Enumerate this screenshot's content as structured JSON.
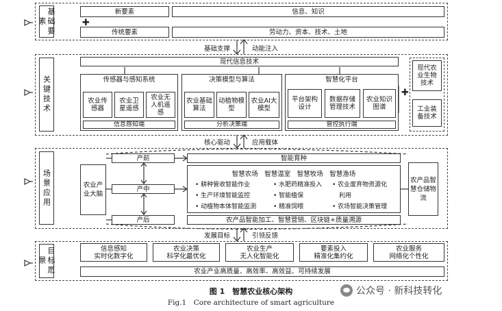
{
  "layers": {
    "foundation": {
      "label": "基础要素",
      "new_factor": "新要素",
      "new_factor_content": "信息、知识",
      "traditional_factor": "传统要素",
      "traditional_factor_content": "劳动力、资本、技术、土地"
    },
    "link1": {
      "left": "基础支撑",
      "right": "动能注入"
    },
    "technology": {
      "label": "关键技术",
      "modern_it": "现代信息技术",
      "groups": [
        {
          "title": "传感器与感知系统",
          "items": [
            "农业传感器",
            "农业卫星遥感",
            "农业无人机遥感"
          ],
          "footer": "信息感知端"
        },
        {
          "title": "决策模型与算法",
          "items": [
            "农业基础算法",
            "动植物模型",
            "农业AI大模型"
          ],
          "footer": "分析决策端"
        },
        {
          "title": "智慧化平台",
          "items": [
            "平台架构设计",
            "数据存储管理技术",
            "农业知识图谱"
          ],
          "footer": "管控执行端"
        }
      ],
      "side": [
        "现代农业生物技术",
        "工业装备技术"
      ]
    },
    "link2": {
      "left": "核心驱动",
      "right": "应用载体"
    },
    "scenario": {
      "label": "场景应用",
      "left_box": "农业产业大脑",
      "right_box": "农产品智慧仓储物流",
      "stages": [
        "产前",
        "产中",
        "产后"
      ],
      "breeding": "智能育种",
      "domains": "智慧农场　智慧温室　智慧牧场　智慧渔场",
      "bullets": [
        "耕种管收智能作业",
        "水肥药精准投入",
        "农业废弃物资源化",
        "生产环境智能监控",
        "智能植保",
        "利用",
        "动植物本体智能监测",
        "精准饲喂",
        "农场智能决策管理"
      ],
      "post": "农产品智能加工、智慧营销、区块链+质量溯源"
    },
    "link3": {
      "left": "发展目标",
      "right": "引领反馈"
    },
    "goal": {
      "label": "目标愿景",
      "items": [
        [
          "信息感知",
          "实时化数字化"
        ],
        [
          "农业决策",
          "科学化最优化"
        ],
        [
          "农业生产",
          "无人化智能化"
        ],
        [
          "要素投入",
          "精准化集约化"
        ],
        [
          "农业服务",
          "网络化个性化"
        ]
      ],
      "bottom": "农业产业高质量、高效率、高效益、可持续发展"
    }
  },
  "caption": {
    "cn": "图 1　智慧农业核心架构",
    "en": "Fig.1　Core architecture of smart agriculture"
  },
  "watermark": "公众号 · 新科技转化"
}
